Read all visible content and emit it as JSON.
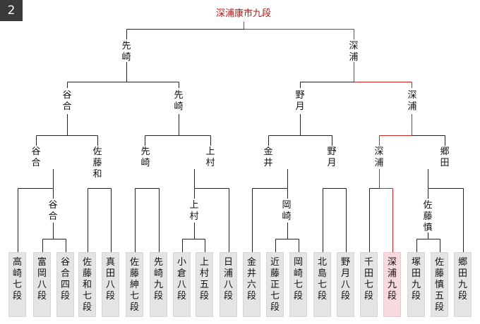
{
  "block_number": "2",
  "champion": "深浦康市九段",
  "colors": {
    "winner_line": "#cc2222",
    "line": "#222222",
    "card": "#e4e4e4",
    "winner_card": "#f7d9de"
  },
  "final": [
    "先崎",
    "深浦"
  ],
  "semifinals": [
    "谷合",
    "先崎",
    "野月",
    "深浦"
  ],
  "quarterfinals": [
    "谷合",
    "佐藤和",
    "先崎",
    "上村",
    "金井",
    "野月",
    "深浦",
    "郷田"
  ],
  "round2": [
    "谷合",
    "上村",
    "岡崎",
    "佐藤慎"
  ],
  "players": [
    "高崎七段",
    "富岡八段",
    "谷合四段",
    "佐藤和七段",
    "真田八段",
    "佐藤紳七段",
    "先崎九段",
    "小倉八段",
    "上村五段",
    "日浦八段",
    "金井六段",
    "近藤正七段",
    "岡崎七段",
    "北島七段",
    "野月八段",
    "千田七段",
    "深浦九段",
    "塚田九段",
    "佐藤慎五段",
    "郷田九段"
  ]
}
